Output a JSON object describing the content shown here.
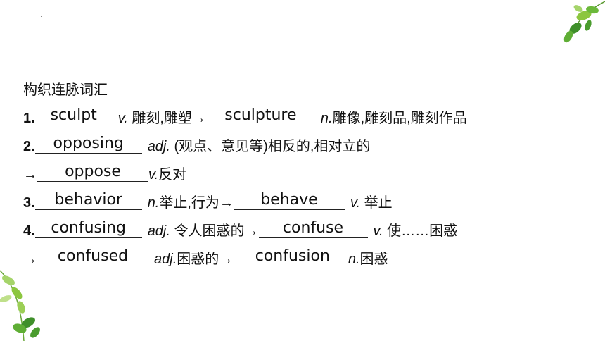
{
  "heading": "构织连脉词汇",
  "arrow": "→",
  "items": [
    {
      "num": "1.",
      "a1": "sculpt",
      "pos1": "v.",
      "m1": "雕刻,雕塑",
      "a2": "sculpture",
      "pos2": "n.",
      "m2": "雕像,雕刻品,雕刻作品"
    },
    {
      "num": "2.",
      "a1": "opposing",
      "pos1": "adj.",
      "m1": "(观点、意见等)相反的,相对立的",
      "a2": "oppose",
      "pos2": "v.",
      "m2": "反对"
    },
    {
      "num": "3.",
      "a1": "behavior",
      "pos1": "n.",
      "m1": "举止,行为",
      "a2": "behave",
      "pos2": "v.",
      "m2": "举止"
    },
    {
      "num": "4.",
      "a1": "confusing",
      "pos1": "adj.",
      "m1": "令人困惑的",
      "a2": "confuse",
      "pos2": "v.",
      "m2": "使……困惑",
      "a3": "confused",
      "pos3": "adj.",
      "m3": "困惑的",
      "a4": "confusion",
      "pos4": "n.",
      "m4": "困惑"
    }
  ],
  "colors": {
    "leaf_dark": "#3f8f2a",
    "leaf_light": "#8cc63f",
    "text": "#111111"
  },
  "icons": [
    "leaf-branch-icon-top-right",
    "leaf-branch-icon-bottom-left"
  ]
}
